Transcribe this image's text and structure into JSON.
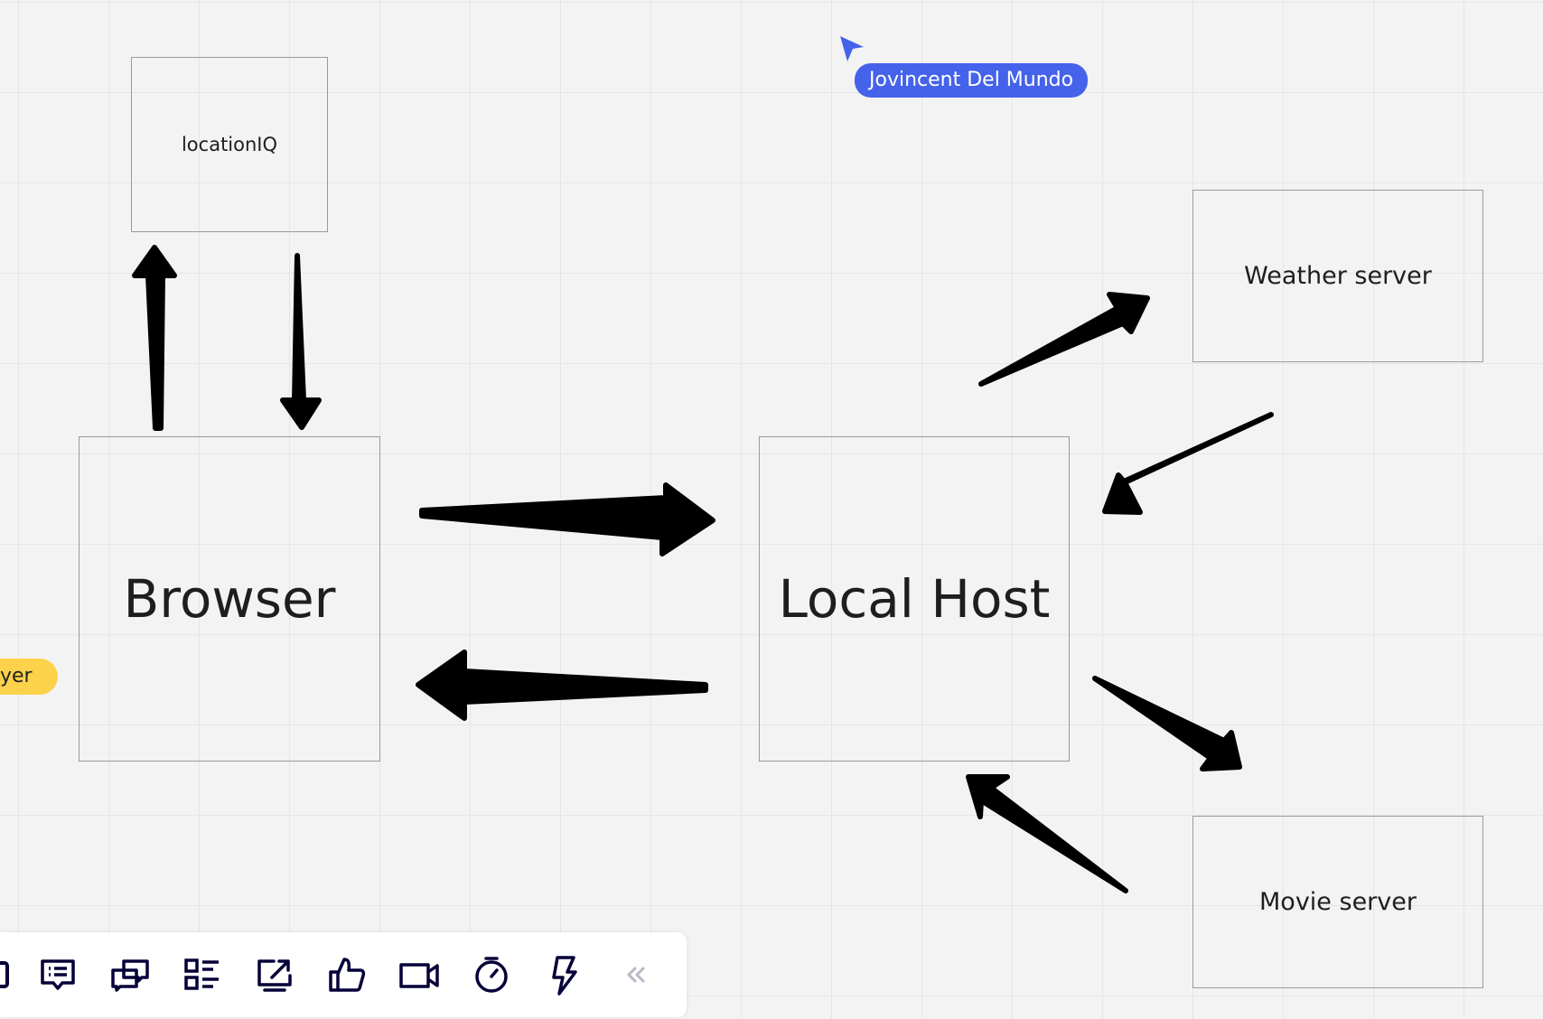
{
  "board": {
    "nodes": {
      "locationiq": "locationIQ",
      "weather": "Weather server",
      "browser": "Browser",
      "localhost": "Local Host",
      "movie": "Movie server"
    }
  },
  "collaborators": {
    "cursor_name": "Jovincent Del Mundo",
    "cursor_color": "#4562ea",
    "partial_tag": "yer",
    "partial_tag_color": "#fcd24b"
  },
  "toolbar": {
    "tools": [
      {
        "icon": "frame-partial-icon"
      },
      {
        "icon": "comment-icon"
      },
      {
        "icon": "chat-icon"
      },
      {
        "icon": "card-list-icon"
      },
      {
        "icon": "share-screen-icon"
      },
      {
        "icon": "vote-icon"
      },
      {
        "icon": "video-icon"
      },
      {
        "icon": "timer-icon"
      },
      {
        "icon": "lightning-icon"
      },
      {
        "icon": "collapse-icon"
      }
    ]
  }
}
